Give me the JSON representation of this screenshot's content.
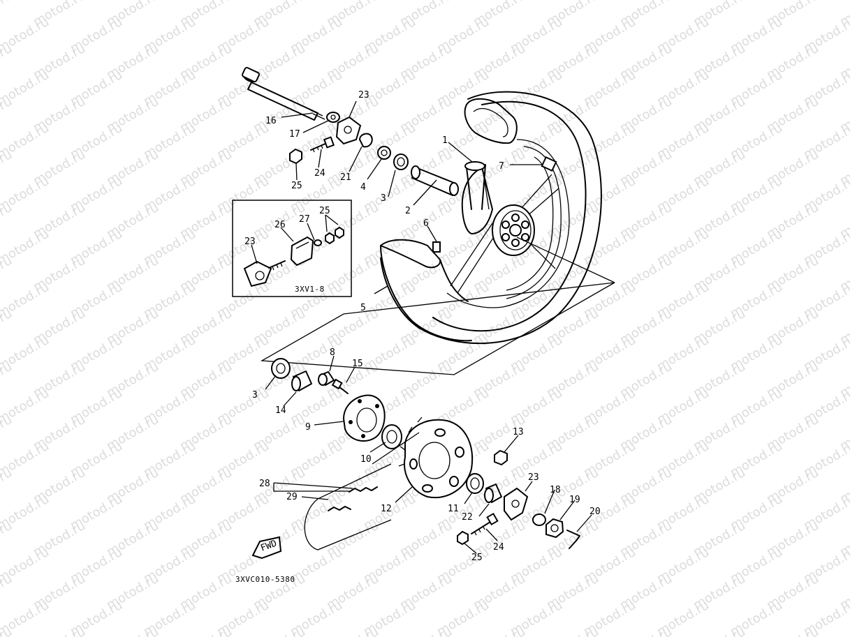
{
  "watermark": {
    "text": "motod.ru"
  },
  "diagram_code": "3XVC010-5380",
  "inset": {
    "code": "3XV1-8"
  },
  "fwd_label": "FWD",
  "callouts": [
    {
      "id": "c1",
      "text": "1"
    },
    {
      "id": "c2",
      "text": "2"
    },
    {
      "id": "c3a",
      "text": "3"
    },
    {
      "id": "c3b",
      "text": "3"
    },
    {
      "id": "c4",
      "text": "4"
    },
    {
      "id": "c5",
      "text": "5"
    },
    {
      "id": "c6",
      "text": "6"
    },
    {
      "id": "c7",
      "text": "7"
    },
    {
      "id": "c8",
      "text": "8"
    },
    {
      "id": "c9",
      "text": "9"
    },
    {
      "id": "c10",
      "text": "10"
    },
    {
      "id": "c11",
      "text": "11"
    },
    {
      "id": "c12",
      "text": "12"
    },
    {
      "id": "c13",
      "text": "13"
    },
    {
      "id": "c14",
      "text": "14"
    },
    {
      "id": "c15",
      "text": "15"
    },
    {
      "id": "c16",
      "text": "16"
    },
    {
      "id": "c17",
      "text": "17"
    },
    {
      "id": "c18",
      "text": "18"
    },
    {
      "id": "c19",
      "text": "19"
    },
    {
      "id": "c20",
      "text": "20"
    },
    {
      "id": "c21",
      "text": "21"
    },
    {
      "id": "c22",
      "text": "22"
    },
    {
      "id": "c23a",
      "text": "23"
    },
    {
      "id": "c23b",
      "text": "23"
    },
    {
      "id": "c23c",
      "text": "23"
    },
    {
      "id": "c24a",
      "text": "24"
    },
    {
      "id": "c24b",
      "text": "24"
    },
    {
      "id": "c25a",
      "text": "25"
    },
    {
      "id": "c25b",
      "text": "25"
    },
    {
      "id": "c25c",
      "text": "25"
    },
    {
      "id": "c26",
      "text": "26"
    },
    {
      "id": "c27",
      "text": "27"
    },
    {
      "id": "c28",
      "text": "28"
    },
    {
      "id": "c29",
      "text": "29"
    }
  ]
}
